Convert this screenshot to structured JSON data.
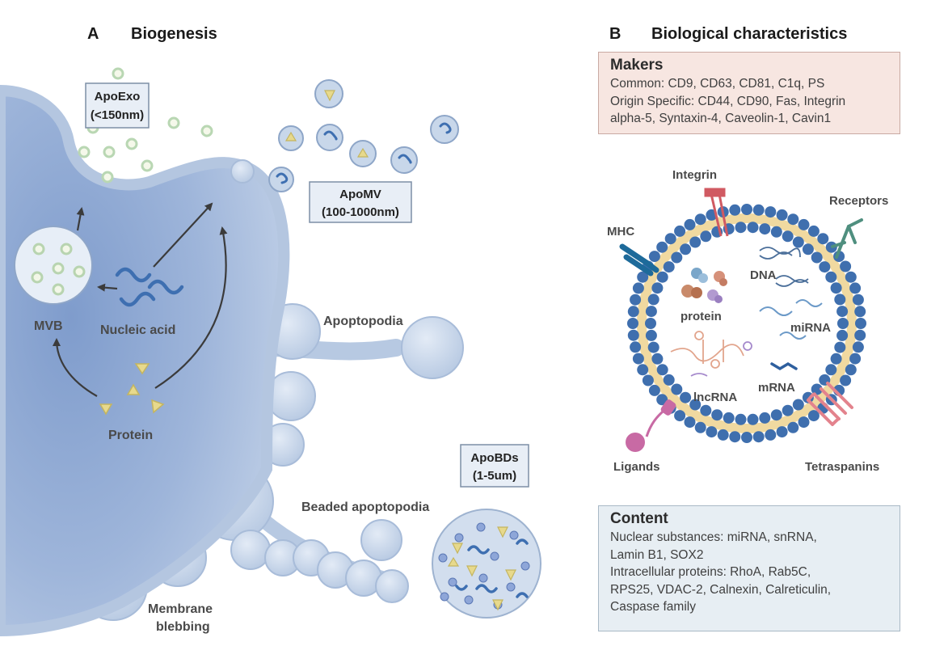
{
  "panel_a": {
    "letter": "A",
    "title": "Biogenesis",
    "apo_exo": {
      "name": "ApoExo",
      "size": "(<150nm)"
    },
    "apo_mv": {
      "name": "ApoMV",
      "size": "(100-1000nm)"
    },
    "apo_bds": {
      "name": "ApoBDs",
      "size": "(1-5um)"
    },
    "mvb": "MVB",
    "nucleic_acid": "Nucleic acid",
    "protein": "Protein",
    "apoptopodia": "Apoptopodia",
    "beaded_apoptopodia": "Beaded apoptopodia",
    "membrane_blebbing_line1": "Membrane",
    "membrane_blebbing_line2": "blebbing"
  },
  "panel_b": {
    "letter": "B",
    "title": "Biological characteristics",
    "makers": {
      "title": "Makers",
      "lines": [
        "Common: CD9, CD63, CD81, C1q, PS",
        "Origin Specific: CD44, CD90, Fas, Integrin",
        "alpha-5, Syntaxin-4, Caveolin-1, Cavin1"
      ]
    },
    "vesicle_labels": {
      "integrin": "Integrin",
      "receptors": "Receptors",
      "mhc": "MHC",
      "dna": "DNA",
      "protein": "protein",
      "mirna": "miRNA",
      "lncrna": "lncRNA",
      "mrna": "mRNA",
      "ligands": "Ligands",
      "tetraspanins": "Tetraspanins"
    },
    "content": {
      "title": "Content",
      "lines": [
        "Nuclear substances: miRNA, snRNA,",
        "Lamin B1, SOX2",
        "Intracellular proteins: RhoA, Rab5C,",
        "RPS25, VDAC-2, Calnexin, Calreticulin,",
        "Caspase family"
      ]
    }
  },
  "colors": {
    "cell_light": "#c9d7ea",
    "cell_dark": "#8ea6cf",
    "membrane_blue": "#3f6fae",
    "vesicle_fill": "#c8d7ea",
    "triangle": "#e6d88a",
    "makers_bg": "#f7e6e1",
    "content_bg": "#e7eef3"
  }
}
